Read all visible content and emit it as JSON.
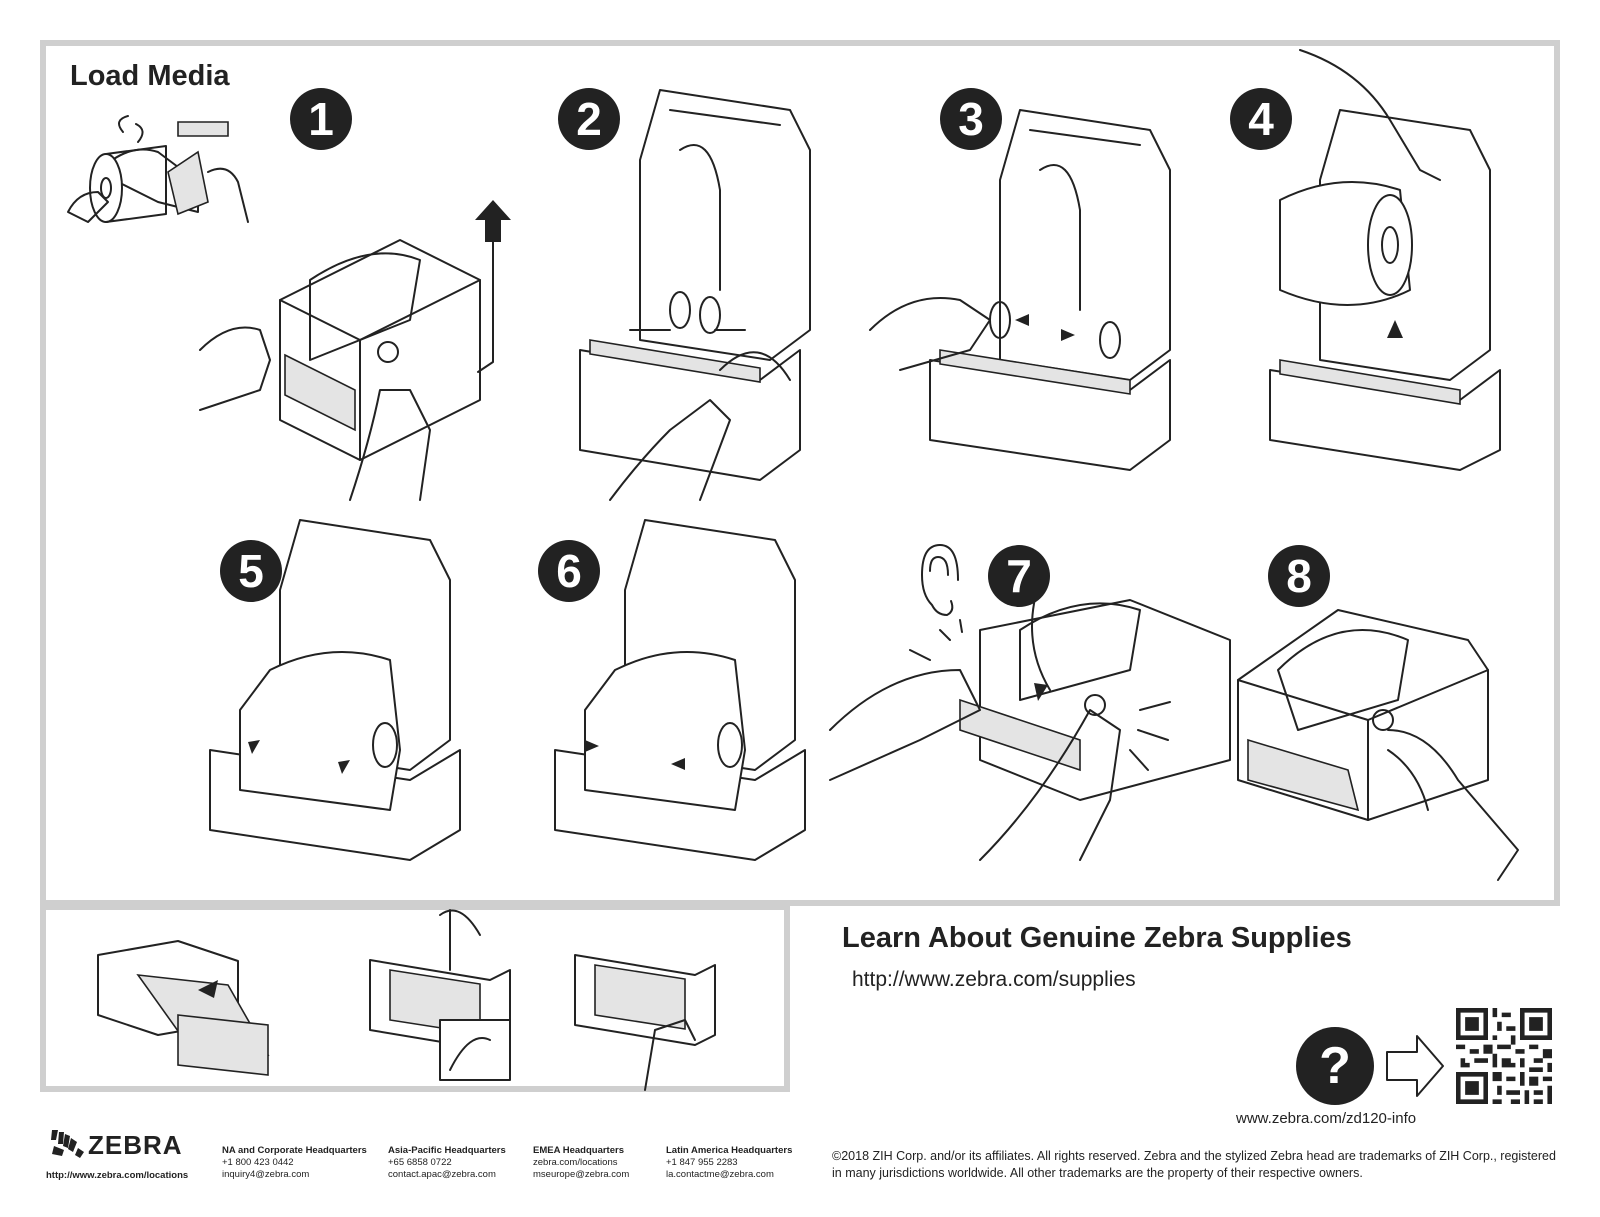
{
  "title": "Load Media",
  "steps": [
    "1",
    "2",
    "3",
    "4",
    "5",
    "6",
    "7",
    "8"
  ],
  "supplies": {
    "title": "Learn About Genuine Zebra Supplies",
    "url": "http://www.zebra.com/supplies"
  },
  "help": {
    "symbol": "?",
    "info_url": "www.zebra.com/zd120-info"
  },
  "brand": {
    "name": "ZEBRA",
    "locations_url": "http://www.zebra.com/locations"
  },
  "headquarters": [
    {
      "title": "NA and Corporate Headquarters",
      "phone": "+1 800 423 0442",
      "email": "inquiry4@zebra.com"
    },
    {
      "title": "Asia-Pacific Headquarters",
      "phone": "+65 6858 0722",
      "email": "contact.apac@zebra.com"
    },
    {
      "title": "EMEA Headquarters",
      "phone": "zebra.com/locations",
      "email": "mseurope@zebra.com"
    },
    {
      "title": "Latin America Headquarters",
      "phone": "+1 847 955 2283",
      "email": "la.contactme@zebra.com"
    }
  ],
  "copyright": "©2018 ZIH Corp. and/or its affiliates. All rights reserved. Zebra and the stylized Zebra head are trademarks of ZIH Corp., registered in many jurisdictions worldwide. All other trademarks are the property of their respective owners.",
  "colors": {
    "ink": "#222222",
    "frame": "#cfcfcf",
    "paper": "#ffffff"
  }
}
